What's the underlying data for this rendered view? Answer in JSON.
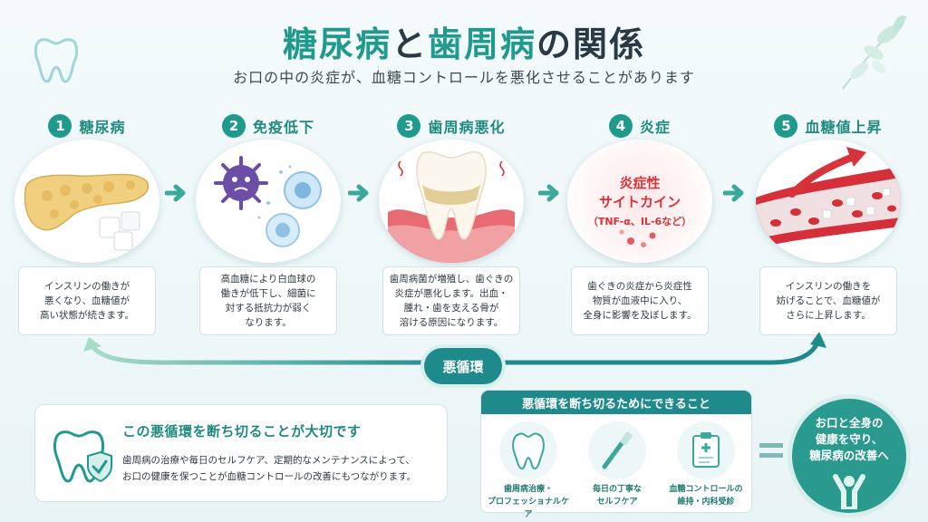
{
  "header": {
    "title_part1": "糖尿病",
    "title_joint1": "と",
    "title_part2": "歯周病",
    "title_joint2": "の関係",
    "subtitle": "お口の中の炎症が、血糖コントロールを悪化させることがあります"
  },
  "steps": [
    {
      "num": "1",
      "title": "糖尿病",
      "lines": [
        "インスリンの働きが",
        "悪くなり、血糖値が",
        "高い状態が続きます。"
      ]
    },
    {
      "num": "2",
      "title": "免疫低下",
      "lines": [
        "高血糖により白血球の",
        "働きが低下し、細菌に",
        "対する抵抗力が弱く",
        "なります。"
      ]
    },
    {
      "num": "3",
      "title": "歯周病悪化",
      "lines": [
        "歯周病菌が増殖し、歯ぐきの",
        "炎症が悪化します。出血・",
        "腫れ・歯を支える骨が",
        "溶ける原因になります。"
      ]
    },
    {
      "num": "4",
      "title": "炎症",
      "lines": [
        "歯ぐきの炎症から炎症性",
        "物質が血液中に入り、",
        "全身に影響を及ぼします。"
      ]
    },
    {
      "num": "5",
      "title": "血糖値上昇",
      "lines": [
        "インスリンの働きを",
        "妨げることで、血糖値が",
        "さらに上昇します。"
      ]
    }
  ],
  "cytokine": {
    "line1": "炎症性",
    "line2": "サイトカイン",
    "sub": "（TNF-α、IL-6など）"
  },
  "cycle": {
    "label": "悪循環"
  },
  "info": {
    "title": "この悪循環を断ち切ることが大切です",
    "line1": "歯周病の治療や毎日のセルフケア、定期的なメンテナンスによって、",
    "line2": "お口の健康を保つことが血糖コントロールの改善にもつながります。"
  },
  "actions": {
    "title": "悪循環を断ち切るためにできること",
    "items": [
      {
        "line1": "歯周病治療・",
        "line2": "プロフェッショナルケア",
        "icon": "tooth-icon"
      },
      {
        "line1": "毎日の丁寧な",
        "line2": "セルフケア",
        "icon": "toothbrush-icon"
      },
      {
        "line1": "血糖コントロールの",
        "line2": "維持・内科受診",
        "icon": "medical-chart-icon"
      }
    ]
  },
  "goal": {
    "line1": "お口と全身の",
    "line2": "健康を守り、",
    "line3": "糖尿病の改善へ"
  },
  "colors": {
    "teal": "#1f9a8c",
    "red": "#d8323a"
  }
}
